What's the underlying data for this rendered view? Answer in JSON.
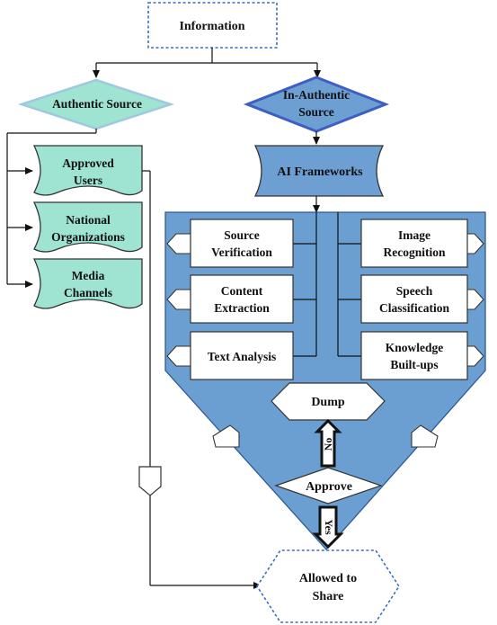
{
  "nodes": {
    "information": "Information",
    "authentic": "Authentic Source",
    "inauthentic_1": "In-Authentic",
    "inauthentic_2": "Source",
    "approved_1": "Approved",
    "approved_2": "Users",
    "national_1": "National",
    "national_2": "Organizations",
    "media_1": "Media",
    "media_2": "Channels",
    "ai_frameworks": "AI Frameworks",
    "source_ver_1": "Source",
    "source_ver_2": "Verification",
    "content_ext_1": "Content",
    "content_ext_2": "Extraction",
    "text_analysis": "Text Analysis",
    "image_rec_1": "Image",
    "image_rec_2": "Recognition",
    "speech_cls_1": "Speech",
    "speech_cls_2": "Classification",
    "knowledge_1": "Knowledge",
    "knowledge_2": "Built-ups",
    "dump": "Dump",
    "approve": "Approve",
    "allowed_1": "Allowed to",
    "allowed_2": "Share"
  },
  "edges": {
    "no": "No",
    "yes": "Yes"
  },
  "colors": {
    "teal_fill": "#9fe3d3",
    "blue_fill": "#6d9fd3",
    "panel_fill": "#6b9fd2",
    "dashed_border": "#3d6cc0"
  }
}
